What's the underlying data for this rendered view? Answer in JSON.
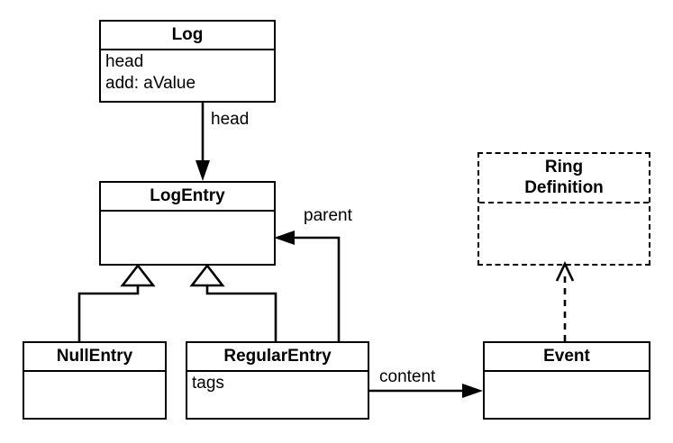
{
  "diagram": {
    "kind": "uml-class-diagram",
    "background_color": "#ffffff",
    "line_color": "#000000",
    "classes": [
      {
        "id": "log",
        "name": "Log",
        "stereotype": "class",
        "border": "solid",
        "attributes": [
          "head",
          "add: aValue"
        ]
      },
      {
        "id": "log-entry",
        "name": "LogEntry",
        "stereotype": "class",
        "border": "solid",
        "attributes": []
      },
      {
        "id": "null-entry",
        "name": "NullEntry",
        "stereotype": "class",
        "border": "solid",
        "attributes": []
      },
      {
        "id": "regular-entry",
        "name": "RegularEntry",
        "stereotype": "class",
        "border": "solid",
        "attributes": [
          "tags"
        ]
      },
      {
        "id": "ring-definition",
        "name": "Ring\nDefinition",
        "stereotype": "class",
        "border": "dashed",
        "attributes": []
      },
      {
        "id": "event",
        "name": "Event",
        "stereotype": "class",
        "border": "solid",
        "attributes": []
      }
    ],
    "edges": [
      {
        "id": "log-head-logentry",
        "from": "log",
        "to": "log-entry",
        "label": "head",
        "style": "solid",
        "arrow": "open-filled"
      },
      {
        "id": "regularentry-parent-logentry",
        "from": "regular-entry",
        "to": "log-entry",
        "label": "parent",
        "style": "solid",
        "arrow": "open-filled"
      },
      {
        "id": "regularentry-content-event",
        "from": "regular-entry",
        "to": "event",
        "label": "content",
        "style": "solid",
        "arrow": "open-filled"
      },
      {
        "id": "nullentry-inherits-logentry",
        "from": "null-entry",
        "to": "log-entry",
        "label": "",
        "style": "solid",
        "arrow": "hollow-triangle"
      },
      {
        "id": "regularentry-inherits-logentry",
        "from": "regular-entry",
        "to": "log-entry",
        "label": "",
        "style": "solid",
        "arrow": "hollow-triangle"
      },
      {
        "id": "event-realizes-ringdefinition",
        "from": "event",
        "to": "ring-definition",
        "label": "",
        "style": "dashed",
        "arrow": "open-line"
      }
    ]
  }
}
